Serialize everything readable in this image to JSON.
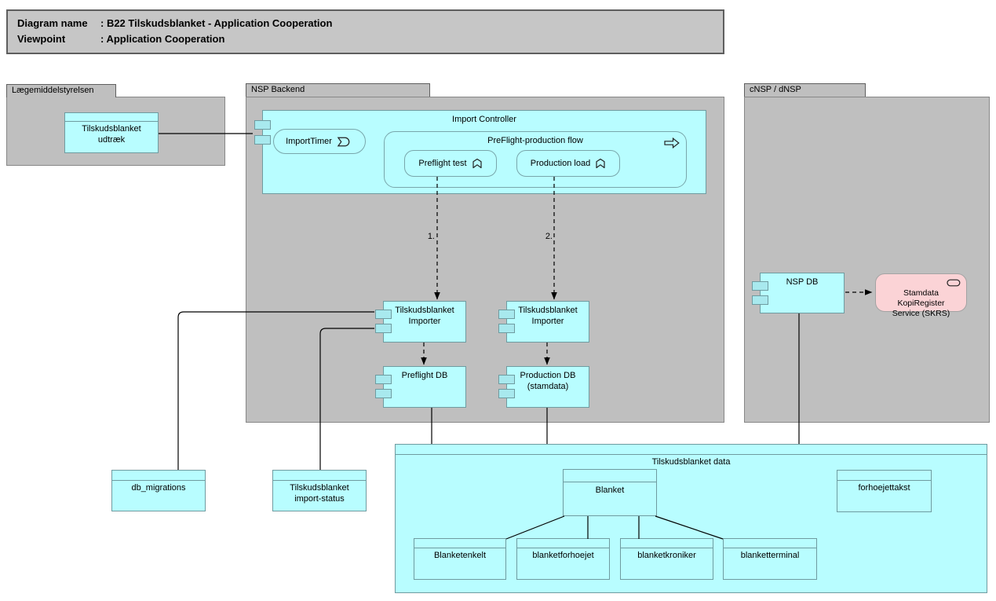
{
  "diagram": {
    "title_rows": [
      {
        "label": "Diagram name",
        "value": ": B22 Tilskudsblanket - Application Cooperation"
      },
      {
        "label": "Viewpoint",
        "value": ": Application Cooperation"
      }
    ]
  },
  "groups": {
    "laegemiddelstyrelsen": {
      "label": "Lægemiddelstyrelsen"
    },
    "nsp_backend": {
      "label": "NSP Backend"
    },
    "cnsp_dnsp": {
      "label": "cNSP / dNSP"
    }
  },
  "elements": {
    "tilskudsblanket_udtraek": {
      "label": "Tilskudsblanket\nudtræk"
    },
    "import_controller": {
      "label": "Import Controller"
    },
    "import_timer": {
      "label": "ImportTimer",
      "icon": "event-icon"
    },
    "preflight_production_flow": {
      "label": "PreFlight-production flow",
      "icon": "process-arrow-icon"
    },
    "preflight_test": {
      "label": "Preflight test",
      "icon": "function-chevron-icon"
    },
    "production_load": {
      "label": "Production load",
      "icon": "function-chevron-icon"
    },
    "importer_preflight": {
      "label": "Tilskudsblanket\nImporter"
    },
    "importer_production": {
      "label": "Tilskudsblanket\nImporter"
    },
    "preflight_db": {
      "label": "Preflight DB"
    },
    "production_db": {
      "label": "Production DB\n(stamdata)"
    },
    "nsp_db": {
      "label": "NSP DB"
    },
    "skrs_service": {
      "label": "Stamdata\nKopiRegister\nService (SKRS)",
      "icon": "service-icon"
    },
    "db_migrations": {
      "label": "db_migrations"
    },
    "import_status": {
      "label": "Tilskudsblanket\nimport-status"
    },
    "tilskudsblanket_data": {
      "label": "Tilskudsblanket data"
    },
    "blanket": {
      "label": "Blanket"
    },
    "forhoejettakst": {
      "label": "forhoejettakst"
    },
    "blanketenkelt": {
      "label": "Blanketenkelt"
    },
    "blanketforhoejet": {
      "label": "blanketforhoejet"
    },
    "blanketkroniker": {
      "label": "blanketkroniker"
    },
    "blanketterminal": {
      "label": "blanketterminal"
    }
  },
  "connector_labels": {
    "step1": "1.",
    "step2": "2."
  },
  "colors": {
    "element_fill": "#b8fdff",
    "element_tab_fill": "#a8e9ee",
    "element_border": "#6f9ba0",
    "group_fill": "#bfbfbf",
    "group_border": "#5f5f5f",
    "title_panel_fill": "#c6c6c6",
    "service_fill": "#fbd3d6",
    "connector": "#000000"
  }
}
